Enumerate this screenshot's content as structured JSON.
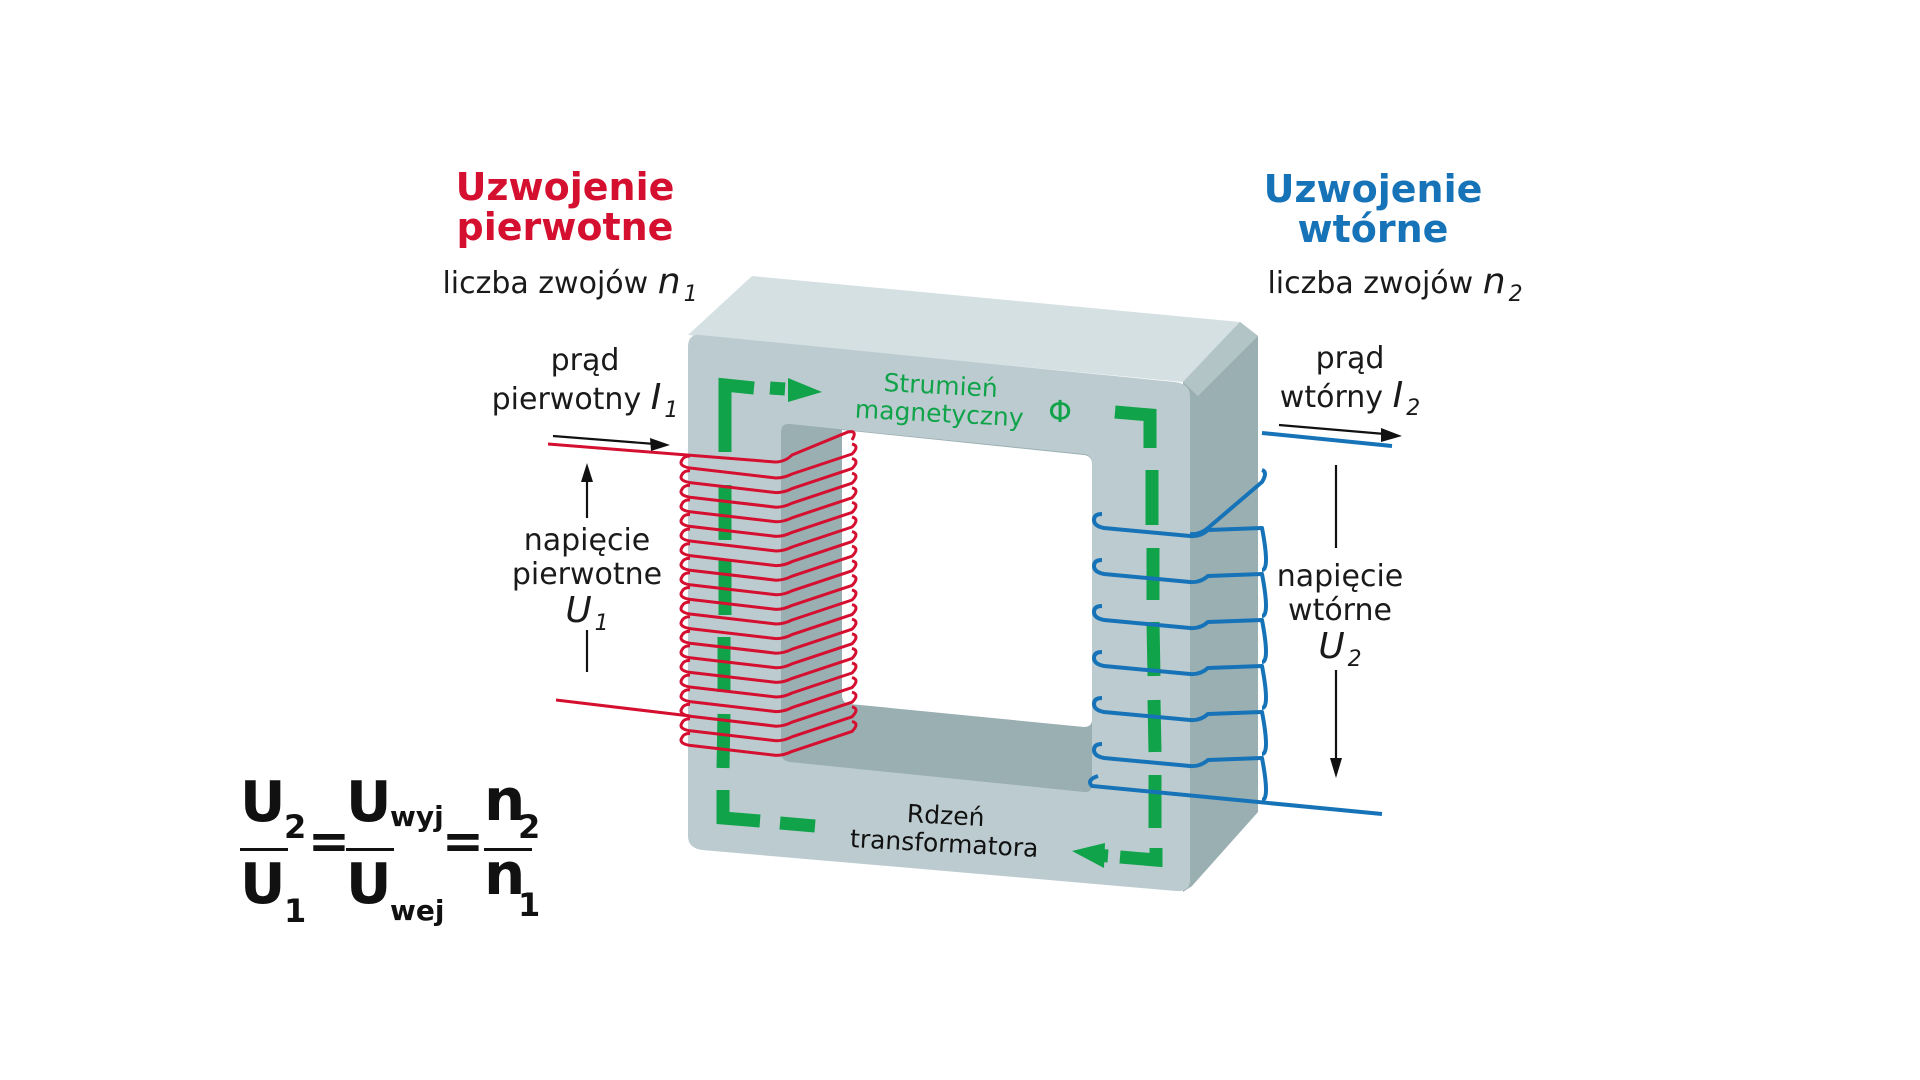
{
  "primary": {
    "title_line1": "Uzwojenie",
    "title_line2": "pierwotne",
    "turns_label": "liczba zwojów",
    "turns_symbol": "n",
    "turns_index": "1",
    "current_line1": "prąd",
    "current_line2": "pierwotny",
    "current_symbol": "I",
    "current_index": "1",
    "voltage_line1": "napięcie",
    "voltage_line2": "pierwotne",
    "voltage_symbol": "U",
    "voltage_index": "1",
    "color": "#d50f2f",
    "turn_count_drawn": 20
  },
  "secondary": {
    "title_line1": "Uzwojenie",
    "title_line2": "wtórne",
    "turns_label": "liczba zwojów",
    "turns_symbol": "n",
    "turns_index": "2",
    "current_line1": "prąd",
    "current_line2": "wtórny",
    "current_symbol": "I",
    "current_index": "2",
    "voltage_line1": "napięcie",
    "voltage_line2": "wtórne",
    "voltage_symbol": "U",
    "voltage_index": "2",
    "color": "#1673b8",
    "turn_count_drawn": 7
  },
  "core": {
    "flux_line1": "Strumień",
    "flux_line2": "magnetyczny",
    "flux_symbol": "Φ",
    "core_line1": "Rdzeń",
    "core_line2": "transformatora",
    "flux_color": "#10a34a",
    "face_color": "#bccbcf",
    "top_color": "#d4e0e2",
    "side_color": "#9aafb2"
  },
  "formula": {
    "t1_num": "U",
    "t1_num_idx": "2",
    "t1_den": "U",
    "t1_den_idx": "1",
    "eq": "=",
    "t2_num": "U",
    "t2_num_idx": "wyj",
    "t2_den": "U",
    "t2_den_idx": "wej",
    "t3_num": "n",
    "t3_num_idx": "2",
    "t3_den": "n",
    "t3_den_idx": "1"
  }
}
